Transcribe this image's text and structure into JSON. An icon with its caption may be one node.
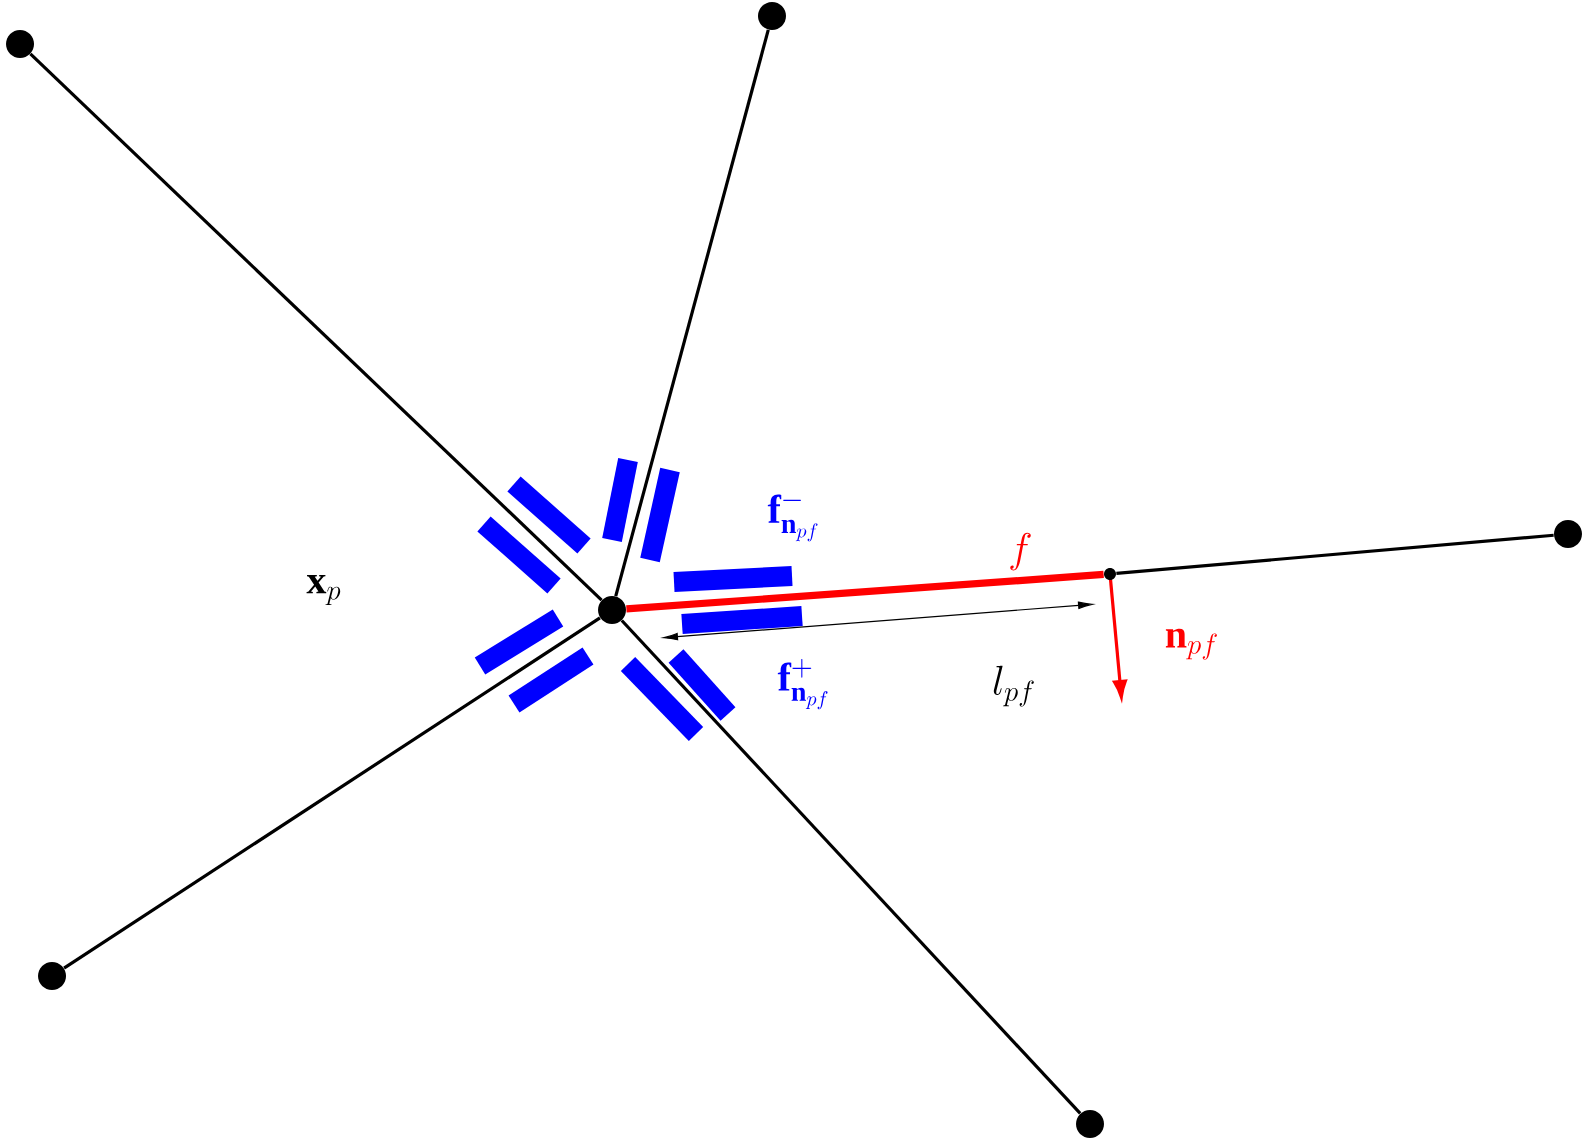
{
  "diagram": {
    "nodes": [
      {
        "text": [],
        "shape": "circle"
      },
      {
        "text": [],
        "shape": "circle"
      },
      {
        "text": [],
        "shape": "circle"
      },
      {
        "text": [],
        "shape": "circle"
      },
      {
        "text": [],
        "shape": "circle"
      },
      {
        "text": [],
        "shape": "circle"
      },
      {
        "text": [],
        "shape": "circle"
      }
    ],
    "edges": [
      {
        "from": 0,
        "to": 1,
        "arrow": "none"
      },
      {
        "from": 0,
        "to": 2,
        "arrow": "none"
      },
      {
        "from": 0,
        "to": 3,
        "arrow": "none",
        "label": "f",
        "style": "thick",
        "color": "#ff0000"
      },
      {
        "from": 3,
        "to": 4,
        "arrow": "none"
      },
      {
        "from": 0,
        "to": 5,
        "arrow": "none"
      },
      {
        "from": 0,
        "to": 6,
        "arrow": "none"
      }
    ],
    "labels": [
      "\\mathbf{x}_p",
      "\\mathbf{f}^-_{\\mathbf{n}_{pf}}",
      "\\mathbf{f}^+_{\\mathbf{n}_{pf}}",
      "l_{pf}",
      "\\mathbf{n}_{pf}"
    ]
  }
}
